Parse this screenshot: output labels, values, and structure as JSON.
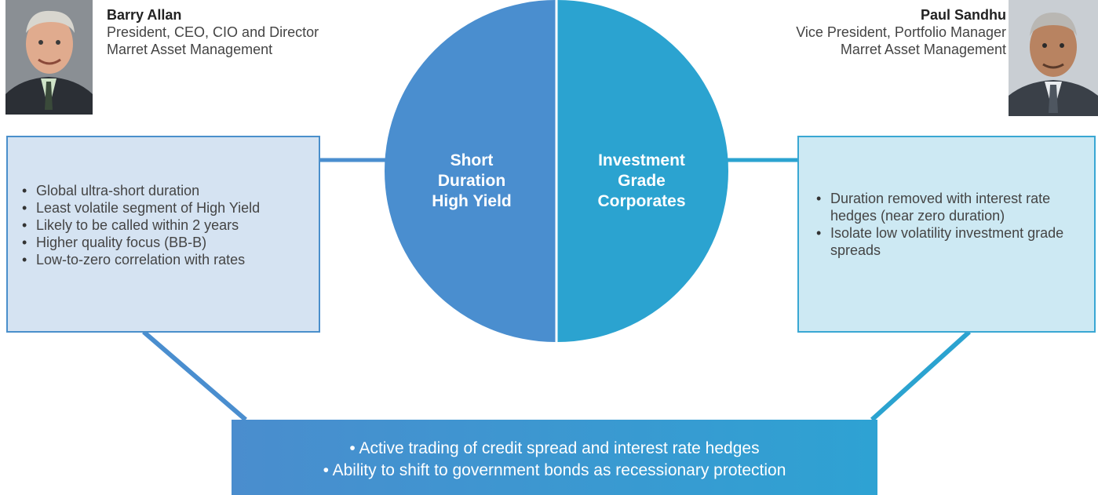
{
  "left_person": {
    "name": "Barry Allan",
    "title": "President, CEO, CIO and Director",
    "company": "Marret Asset Management"
  },
  "right_person": {
    "name": "Paul Sandhu",
    "title": "Vice President, Portfolio Manager",
    "company": "Marret Asset Management"
  },
  "circle": {
    "left_label": [
      "Short",
      "Duration",
      "High Yield"
    ],
    "right_label": [
      "Investment",
      "Grade",
      "Corporates"
    ],
    "colors": {
      "left": "#4a8ecf",
      "right": "#2ba3d0"
    }
  },
  "left_box": {
    "items": [
      "Global ultra-short duration",
      "Least volatile segment of High Yield",
      "Likely to be called within 2 years",
      "Higher quality focus (BB-B)",
      "Low-to-zero correlation with rates"
    ]
  },
  "right_box": {
    "items": [
      "Duration removed with interest rate hedges (near zero duration)",
      "Isolate low volatility investment grade spreads"
    ]
  },
  "bottom_banner": {
    "items": [
      "Active trading of credit spread and interest rate hedges",
      "Ability to shift to government bonds as recessionary protection"
    ]
  }
}
